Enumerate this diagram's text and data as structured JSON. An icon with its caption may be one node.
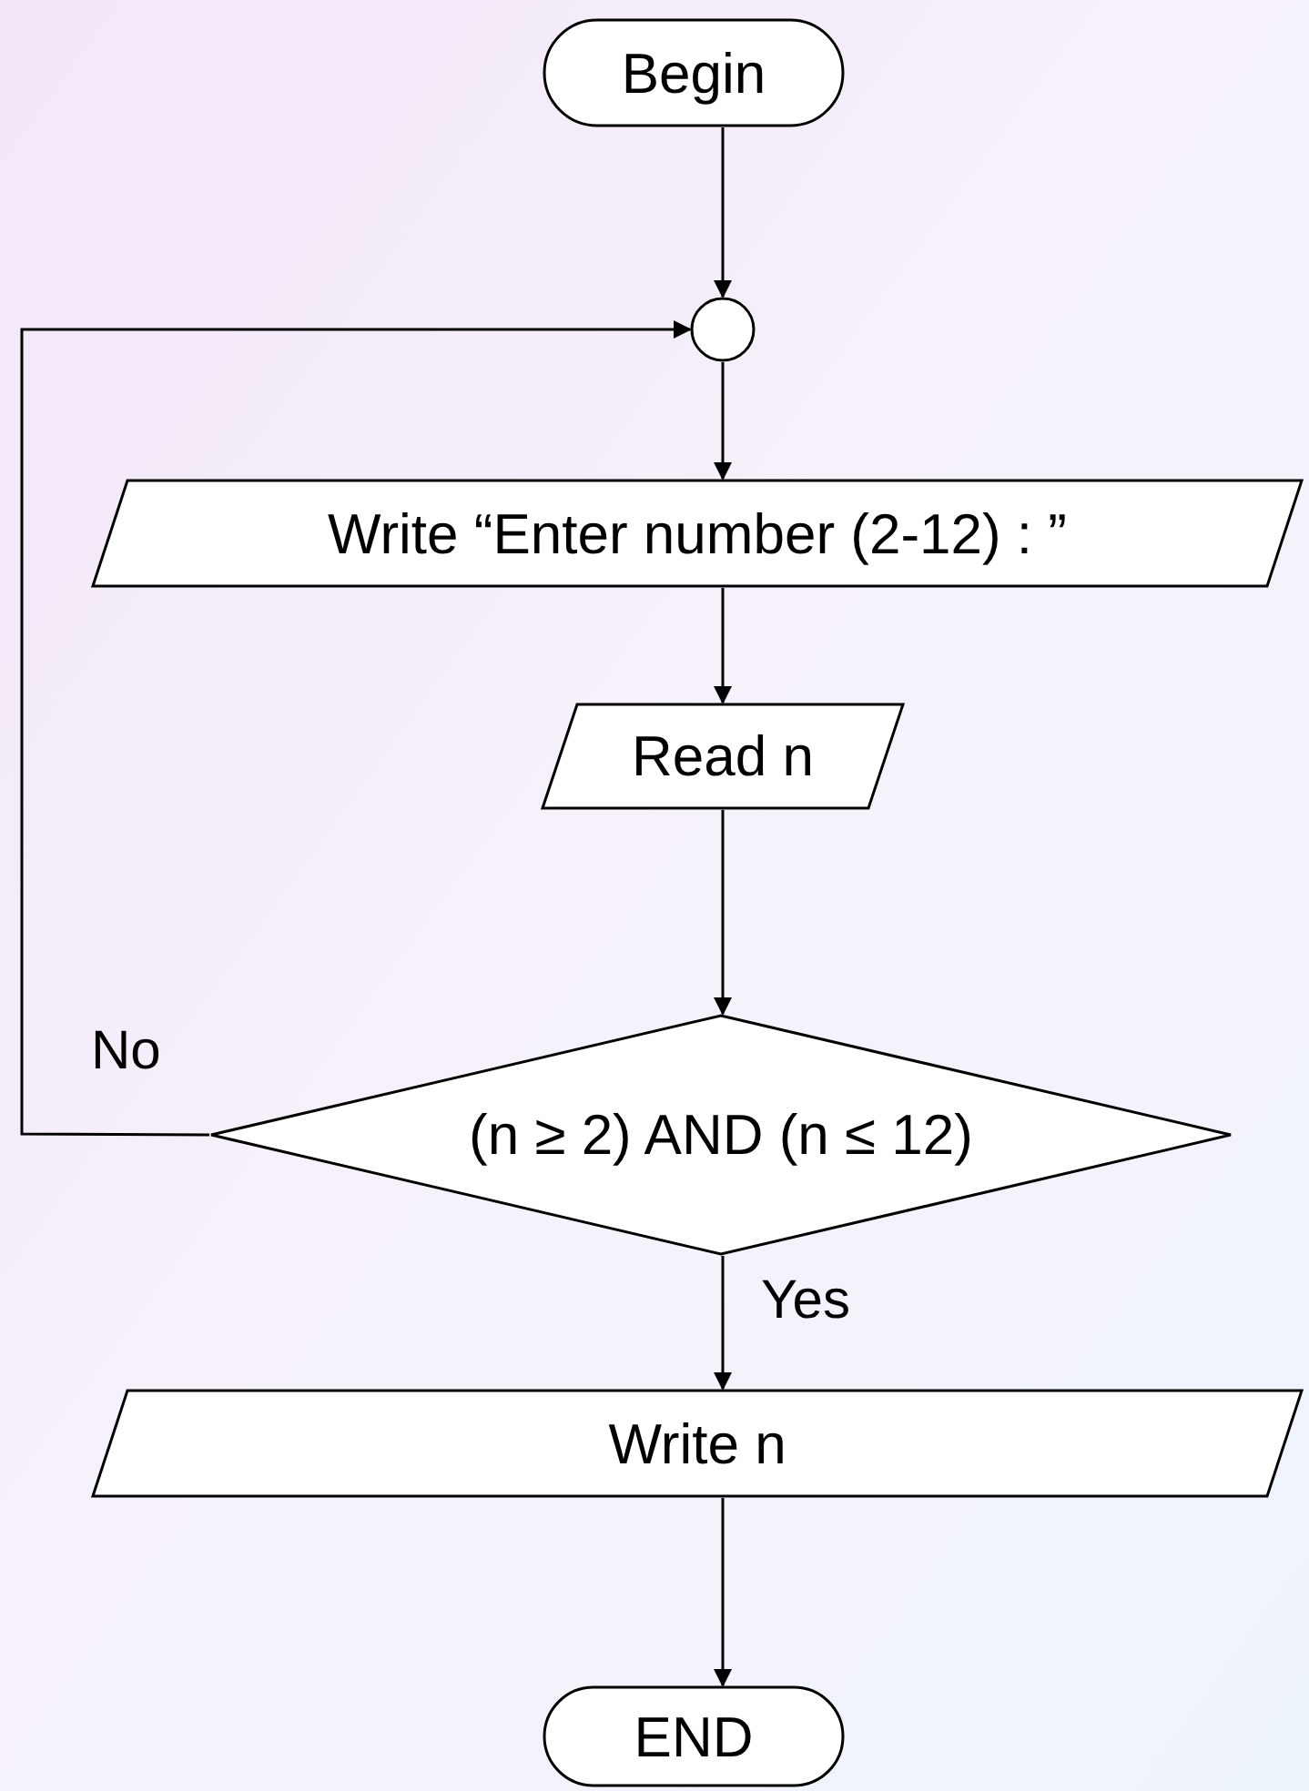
{
  "diagram": {
    "nodes": [
      {
        "text": [
          "Begin"
        ]
      },
      {
        "text": [],
        "shape": "circle"
      },
      {
        "text": [
          "Write “Enter number (2-12) : ”"
        ]
      },
      {
        "text": [
          "Read n"
        ]
      },
      {
        "text": [
          "(n ≥ 2) AND (n ≤ 12)"
        ]
      },
      {
        "text": [
          "Write n"
        ]
      },
      {
        "text": [
          "END"
        ]
      }
    ],
    "edges": [
      {
        "from": 0,
        "to": 1,
        "arrow": "to"
      },
      {
        "from": 1,
        "to": 2,
        "arrow": "to"
      },
      {
        "from": 2,
        "to": 3,
        "arrow": "to"
      },
      {
        "from": 3,
        "to": 4,
        "arrow": "to"
      },
      {
        "from": 4,
        "to": 1,
        "arrow": "to",
        "label": "No"
      },
      {
        "from": 4,
        "to": 5,
        "arrow": "to",
        "label": "Yes"
      },
      {
        "from": 5,
        "to": 6,
        "arrow": "to"
      }
    ]
  }
}
